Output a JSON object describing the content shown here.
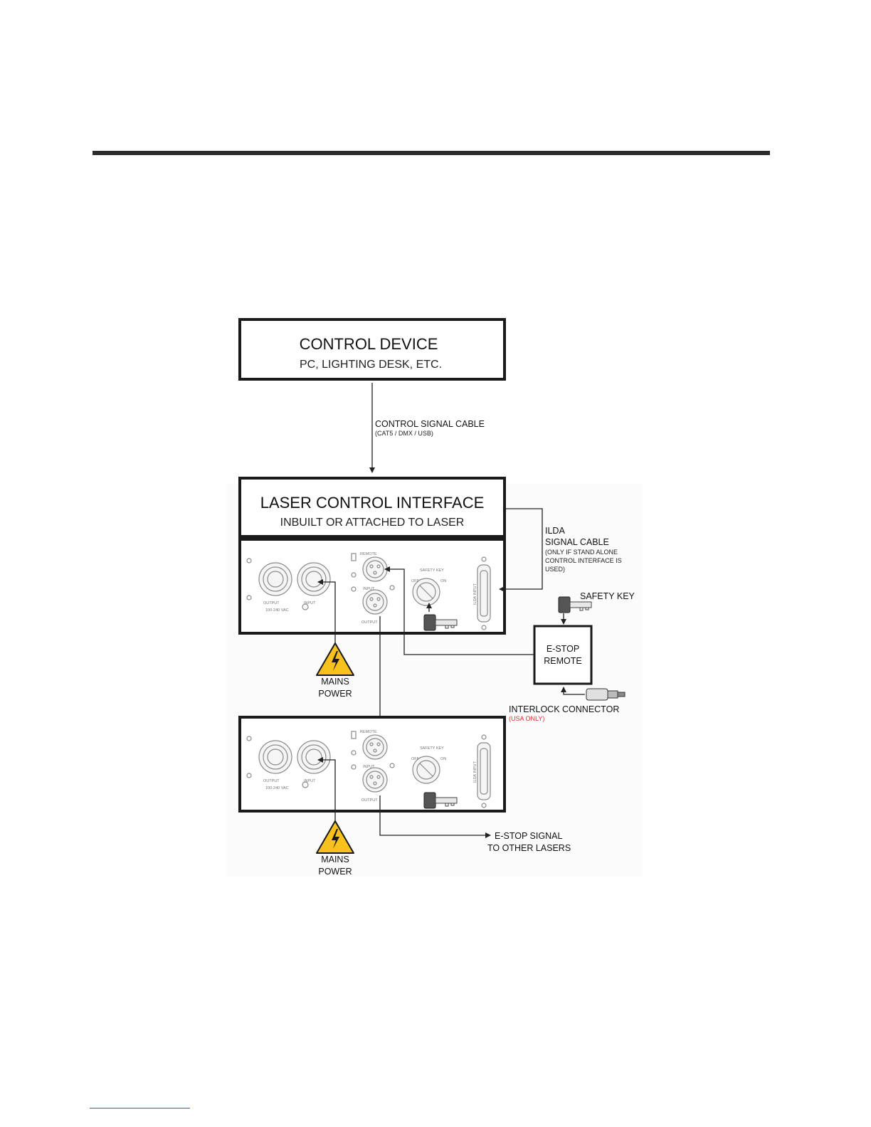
{
  "control_device": {
    "title": "CONTROL DEVICE",
    "subtitle": "PC, LIGHTING DESK, ETC."
  },
  "control_signal_cable": {
    "label": "CONTROL SIGNAL CABLE",
    "sublabel": "(CAT5 / DMX / USB)"
  },
  "laser_control_interface": {
    "title": "LASER CONTROL INTERFACE",
    "subtitle": "INBUILT OR ATTACHED TO LASER"
  },
  "ilda_cable": {
    "line1": "ILDA",
    "line2": "SIGNAL CABLE",
    "note1": "(ONLY IF STAND ALONE",
    "note2": "CONTROL INTERFACE IS",
    "note3": "USED)"
  },
  "safety_key_label": "SAFETY KEY",
  "estop_remote": {
    "line1": "E-STOP",
    "line2": "REMOTE"
  },
  "interlock": {
    "label": "INTERLOCK CONNECTOR",
    "note": "(USA ONLY)"
  },
  "mains_power": {
    "line1": "MAINS",
    "line2": "POWER"
  },
  "estop_signal": {
    "line1": "E-STOP SIGNAL",
    "line2": "TO OTHER LASERS"
  },
  "panel": {
    "output": "OUTPUT",
    "input": "INPUT",
    "voltage": "100-240 VAC",
    "remote": "REMOTE",
    "input_xlr": "INPUT",
    "output_xlr": "OUTPUT",
    "safety_key": "SAFETY KEY",
    "off": "OFF",
    "on": "ON",
    "ilda_input": "ILDA INPUT"
  },
  "colors": {
    "warning_yellow": "#f6c21b",
    "box_stroke": "#1a1a1a",
    "interlock_note": "#d8322c",
    "page_rule": "#2b2b2b"
  }
}
